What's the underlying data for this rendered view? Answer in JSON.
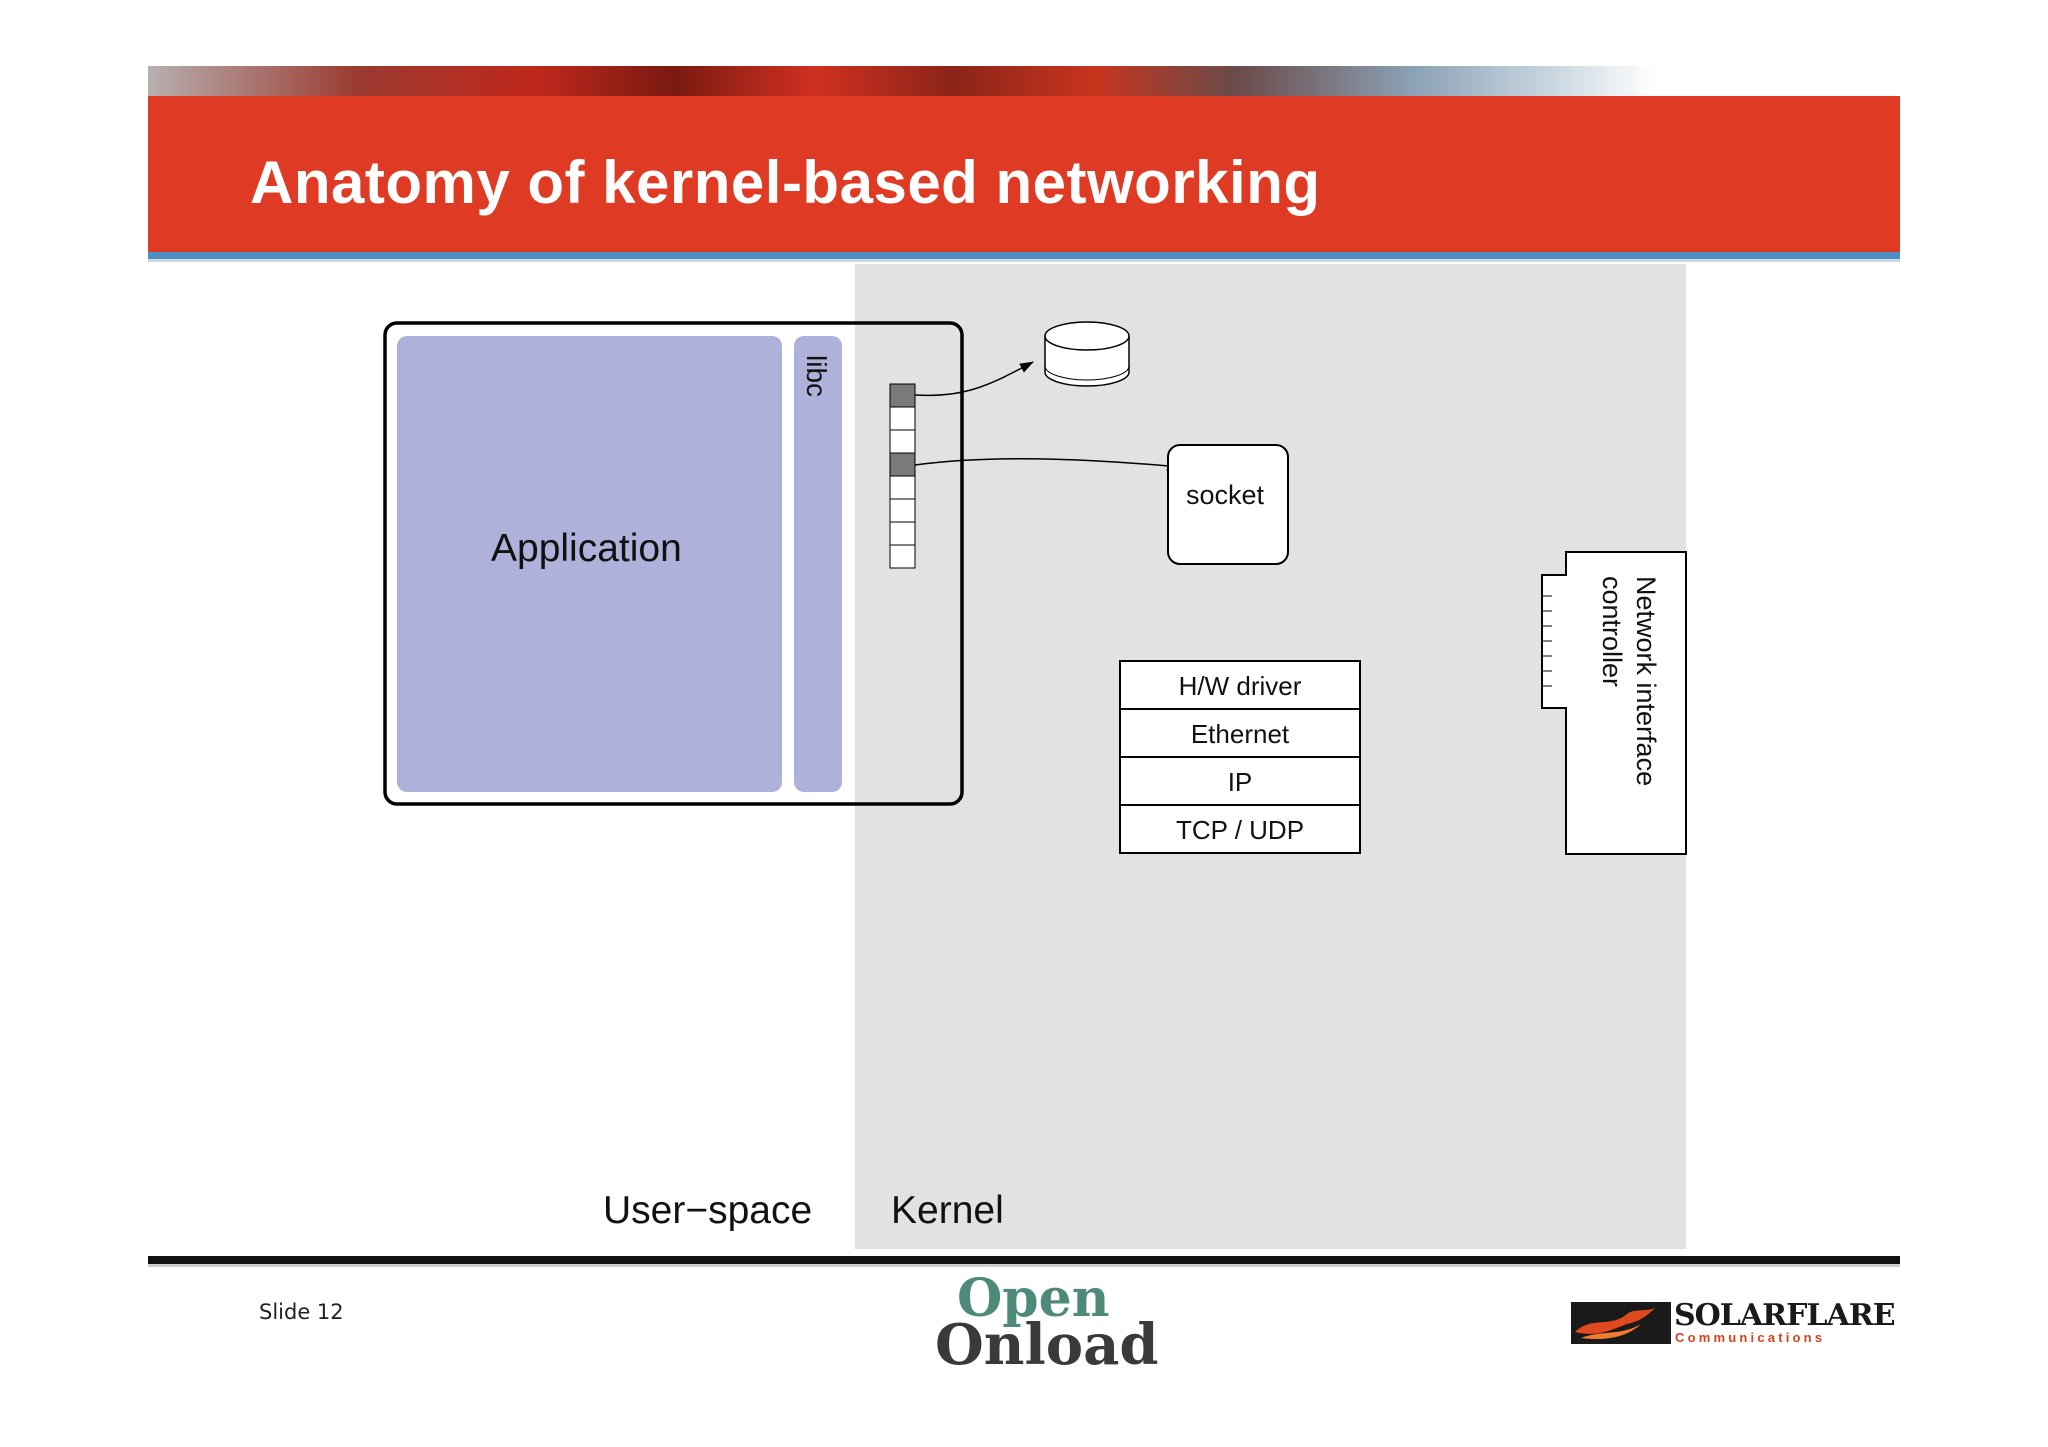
{
  "slide": {
    "title": "Anatomy of kernel-based networking",
    "slide_number": "Slide 12"
  },
  "diagram": {
    "application_label": "Application",
    "libc_label": "libc",
    "socket_label": "socket",
    "stack_layers": [
      "H/W driver",
      "Ethernet",
      "IP",
      "TCP / UDP"
    ],
    "nic_label_line1": "Network interface",
    "nic_label_line2": "controller",
    "userspace_label": "User−space",
    "kernel_label": "Kernel"
  },
  "logos": {
    "openonload_line1": "Open",
    "openonload_line2": "Onload",
    "solarflare_name": "SOLARFLARE",
    "solarflare_sub": "Communications"
  },
  "colors": {
    "title_red": "#df3a24",
    "title_rule_blue": "#4d8fc4",
    "kernel_bg": "#e1e2e2",
    "app_fill": "#aeb1d9"
  }
}
